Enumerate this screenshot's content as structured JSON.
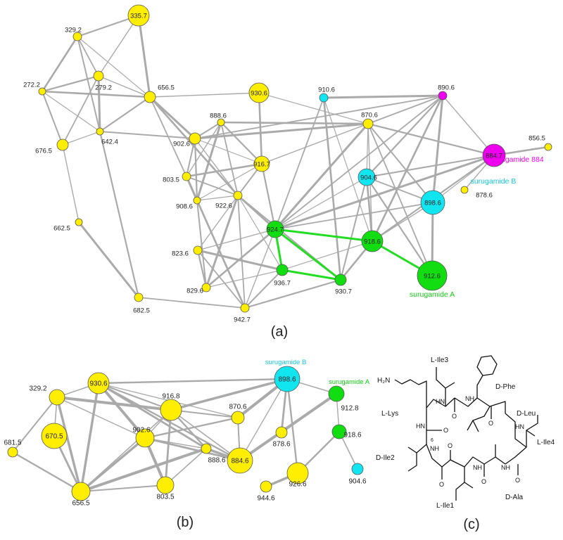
{
  "panel_labels": {
    "a": "(a)",
    "b": "(b)",
    "c": "(c)"
  },
  "colors": {
    "edge": "#aaaaaa",
    "edge_highlight": "#22dd22",
    "yellow": "#ffee00",
    "green": "#11dd11",
    "cyan": "#11e6f0",
    "magenta": "#ee00ee",
    "text": "#222222"
  },
  "panel_a": {
    "nodes": [
      {
        "id": "335.7",
        "label": "335.7",
        "group": "yellow"
      },
      {
        "id": "329.2",
        "label": "329.2",
        "group": "yellow"
      },
      {
        "id": "279.2",
        "label": "279.2",
        "group": "yellow"
      },
      {
        "id": "272.2",
        "label": "272.2",
        "group": "yellow"
      },
      {
        "id": "656.5",
        "label": "656.5",
        "group": "yellow"
      },
      {
        "id": "642.4",
        "label": "642.4",
        "group": "yellow"
      },
      {
        "id": "676.5",
        "label": "676.5",
        "group": "yellow"
      },
      {
        "id": "662.5",
        "label": "662.5",
        "group": "yellow"
      },
      {
        "id": "930.6",
        "label": "930.6",
        "group": "yellow"
      },
      {
        "id": "888.6",
        "label": "888.6",
        "group": "yellow"
      },
      {
        "id": "902.6",
        "label": "902.6",
        "group": "yellow"
      },
      {
        "id": "916.7",
        "label": "916.7",
        "group": "yellow"
      },
      {
        "id": "803.5",
        "label": "803.5",
        "group": "yellow"
      },
      {
        "id": "908.6",
        "label": "908.6",
        "group": "yellow"
      },
      {
        "id": "922.6",
        "label": "922.6",
        "group": "yellow"
      },
      {
        "id": "823.6",
        "label": "823.6",
        "group": "yellow"
      },
      {
        "id": "829.6",
        "label": "829.6",
        "group": "yellow"
      },
      {
        "id": "682.5",
        "label": "682.5",
        "group": "yellow"
      },
      {
        "id": "942.7",
        "label": "942.7",
        "group": "yellow"
      },
      {
        "id": "870.6",
        "label": "870.6",
        "group": "yellow"
      },
      {
        "id": "856.5",
        "label": "856.5",
        "group": "yellow"
      },
      {
        "id": "878.6",
        "label": "878.6",
        "group": "yellow"
      },
      {
        "id": "910.6",
        "label": "910.6",
        "group": "cyan"
      },
      {
        "id": "904.6",
        "label": "904.6",
        "group": "cyan"
      },
      {
        "id": "898.6",
        "label": "898.6",
        "group": "cyan"
      },
      {
        "id": "890.6",
        "label": "890.6",
        "group": "magenta"
      },
      {
        "id": "884.7",
        "label": "884.7",
        "group": "magenta"
      },
      {
        "id": "924.7",
        "label": "924.7",
        "group": "green"
      },
      {
        "id": "918.6",
        "label": "918.6",
        "group": "green"
      },
      {
        "id": "936.7",
        "label": "936.7",
        "group": "green"
      },
      {
        "id": "930.7",
        "label": "930.7",
        "group": "green"
      },
      {
        "id": "912.6",
        "label": "912.6",
        "group": "green"
      }
    ],
    "edges": [
      [
        "335.7",
        "329.2"
      ],
      [
        "335.7",
        "279.2"
      ],
      [
        "335.7",
        "656.5"
      ],
      [
        "329.2",
        "279.2"
      ],
      [
        "329.2",
        "272.2"
      ],
      [
        "329.2",
        "656.5"
      ],
      [
        "329.2",
        "642.4"
      ],
      [
        "279.2",
        "272.2"
      ],
      [
        "279.2",
        "656.5"
      ],
      [
        "279.2",
        "642.4"
      ],
      [
        "279.2",
        "676.5"
      ],
      [
        "272.2",
        "656.5"
      ],
      [
        "272.2",
        "642.4"
      ],
      [
        "272.2",
        "676.5"
      ],
      [
        "656.5",
        "642.4"
      ],
      [
        "656.5",
        "930.6"
      ],
      [
        "656.5",
        "902.6"
      ],
      [
        "656.5",
        "803.5"
      ],
      [
        "656.5",
        "922.6"
      ],
      [
        "642.4",
        "676.5"
      ],
      [
        "642.4",
        "902.6"
      ],
      [
        "642.4",
        "682.5"
      ],
      [
        "676.5",
        "662.5"
      ],
      [
        "662.5",
        "682.5"
      ],
      [
        "682.5",
        "942.7"
      ],
      [
        "930.6",
        "916.7"
      ],
      [
        "930.6",
        "870.6"
      ],
      [
        "888.6",
        "902.6"
      ],
      [
        "888.6",
        "916.7"
      ],
      [
        "888.6",
        "803.5"
      ],
      [
        "888.6",
        "908.6"
      ],
      [
        "888.6",
        "922.6"
      ],
      [
        "888.6",
        "870.6"
      ],
      [
        "902.6",
        "916.7"
      ],
      [
        "902.6",
        "803.5"
      ],
      [
        "902.6",
        "908.6"
      ],
      [
        "902.6",
        "922.6"
      ],
      [
        "902.6",
        "870.6"
      ],
      [
        "902.6",
        "890.6"
      ],
      [
        "916.7",
        "803.5"
      ],
      [
        "916.7",
        "908.6"
      ],
      [
        "916.7",
        "922.6"
      ],
      [
        "916.7",
        "924.7"
      ],
      [
        "916.7",
        "870.6"
      ],
      [
        "803.5",
        "908.6"
      ],
      [
        "803.5",
        "922.6"
      ],
      [
        "803.5",
        "942.7"
      ],
      [
        "908.6",
        "922.6"
      ],
      [
        "908.6",
        "829.6"
      ],
      [
        "908.6",
        "942.7"
      ],
      [
        "922.6",
        "823.6"
      ],
      [
        "922.6",
        "829.6"
      ],
      [
        "922.6",
        "942.7"
      ],
      [
        "922.6",
        "924.7"
      ],
      [
        "922.6",
        "936.7"
      ],
      [
        "922.6",
        "930.7"
      ],
      [
        "823.6",
        "829.6"
      ],
      [
        "823.6",
        "924.7"
      ],
      [
        "823.6",
        "936.7"
      ],
      [
        "823.6",
        "942.7"
      ],
      [
        "829.6",
        "924.7"
      ],
      [
        "829.6",
        "936.7"
      ],
      [
        "942.7",
        "936.7"
      ],
      [
        "942.7",
        "930.7"
      ],
      [
        "942.7",
        "924.7"
      ],
      [
        "910.6",
        "890.6"
      ],
      [
        "910.6",
        "924.7"
      ],
      [
        "910.6",
        "930.7"
      ],
      [
        "910.6",
        "918.6"
      ],
      [
        "890.6",
        "870.6"
      ],
      [
        "890.6",
        "904.6"
      ],
      [
        "890.6",
        "884.7"
      ],
      [
        "890.6",
        "898.6"
      ],
      [
        "890.6",
        "924.7"
      ],
      [
        "890.6",
        "918.6"
      ],
      [
        "870.6",
        "904.6"
      ],
      [
        "870.6",
        "898.6"
      ],
      [
        "870.6",
        "884.7"
      ],
      [
        "870.6",
        "918.6"
      ],
      [
        "870.6",
        "924.7"
      ],
      [
        "870.6",
        "912.6"
      ],
      [
        "884.7",
        "856.5"
      ],
      [
        "884.7",
        "898.6"
      ],
      [
        "884.7",
        "904.6"
      ],
      [
        "884.7",
        "918.6"
      ],
      [
        "884.7",
        "878.6"
      ],
      [
        "884.7",
        "924.7"
      ],
      [
        "904.6",
        "898.6"
      ],
      [
        "904.6",
        "918.6"
      ],
      [
        "904.6",
        "924.7"
      ],
      [
        "904.6",
        "930.7"
      ],
      [
        "904.6",
        "912.6"
      ],
      [
        "898.6",
        "918.6"
      ],
      [
        "898.6",
        "912.6"
      ],
      [
        "898.6",
        "924.7"
      ],
      [
        "918.6",
        "930.7"
      ],
      [
        "918.6",
        "936.7"
      ]
    ],
    "highlight_edges": [
      [
        "924.7",
        "918.6"
      ],
      [
        "924.7",
        "936.7"
      ],
      [
        "924.7",
        "930.7"
      ],
      [
        "936.7",
        "930.7"
      ],
      [
        "918.6",
        "912.6"
      ]
    ],
    "annotations": [
      {
        "id": "surugamide-884",
        "text": "surugamide  884",
        "group": "magenta"
      },
      {
        "id": "surugamide-b",
        "text": "surugamide B",
        "group": "cyan"
      },
      {
        "id": "surugamide-a",
        "text": "surugamide A",
        "group": "green"
      }
    ]
  },
  "panel_b": {
    "nodes": [
      {
        "id": "930.6",
        "label": "930.6",
        "group": "yellow"
      },
      {
        "id": "329.2",
        "label": "329.2",
        "group": "yellow"
      },
      {
        "id": "670.5",
        "label": "670.5",
        "group": "yellow"
      },
      {
        "id": "681.5",
        "label": "681.5",
        "group": "yellow"
      },
      {
        "id": "656.5",
        "label": "656.5",
        "group": "yellow"
      },
      {
        "id": "916.8",
        "label": "916.8",
        "group": "yellow"
      },
      {
        "id": "902.6",
        "label": "902.6",
        "group": "yellow"
      },
      {
        "id": "803.5",
        "label": "803.5",
        "group": "yellow"
      },
      {
        "id": "888.6",
        "label": "888.6",
        "group": "yellow"
      },
      {
        "id": "870.6",
        "label": "870.6",
        "group": "yellow"
      },
      {
        "id": "884.6",
        "label": "884.6",
        "group": "yellow"
      },
      {
        "id": "878.6",
        "label": "878.6",
        "group": "yellow"
      },
      {
        "id": "926.6",
        "label": "926.6",
        "group": "yellow"
      },
      {
        "id": "944.6",
        "label": "944.6",
        "group": "yellow"
      },
      {
        "id": "898.6",
        "label": "898.6",
        "group": "cyan"
      },
      {
        "id": "912.8",
        "label": "912.8",
        "group": "green"
      },
      {
        "id": "918.6",
        "label": "918.6",
        "group": "green"
      },
      {
        "id": "904.6",
        "label": "904.6",
        "group": "cyan"
      }
    ],
    "edges": [
      [
        "930.6",
        "898.6"
      ],
      [
        "930.6",
        "329.2"
      ],
      [
        "930.6",
        "656.5"
      ],
      [
        "930.6",
        "916.8"
      ],
      [
        "930.6",
        "902.6"
      ],
      [
        "930.6",
        "870.6"
      ],
      [
        "930.6",
        "888.6"
      ],
      [
        "930.6",
        "884.6"
      ],
      [
        "329.2",
        "670.5"
      ],
      [
        "329.2",
        "656.5"
      ],
      [
        "329.2",
        "681.5"
      ],
      [
        "329.2",
        "916.8"
      ],
      [
        "329.2",
        "902.6"
      ],
      [
        "670.5",
        "656.5"
      ],
      [
        "681.5",
        "656.5"
      ],
      [
        "656.5",
        "916.8"
      ],
      [
        "656.5",
        "902.6"
      ],
      [
        "656.5",
        "803.5"
      ],
      [
        "656.5",
        "888.6"
      ],
      [
        "916.8",
        "902.6"
      ],
      [
        "916.8",
        "803.5"
      ],
      [
        "916.8",
        "888.6"
      ],
      [
        "916.8",
        "884.6"
      ],
      [
        "916.8",
        "898.6"
      ],
      [
        "916.8",
        "870.6"
      ],
      [
        "902.6",
        "803.5"
      ],
      [
        "902.6",
        "888.6"
      ],
      [
        "902.6",
        "884.6"
      ],
      [
        "902.6",
        "870.6"
      ],
      [
        "803.5",
        "888.6"
      ],
      [
        "888.6",
        "884.6"
      ],
      [
        "870.6",
        "884.6"
      ],
      [
        "870.6",
        "898.6"
      ],
      [
        "898.6",
        "884.6"
      ],
      [
        "898.6",
        "878.6"
      ],
      [
        "898.6",
        "926.6"
      ],
      [
        "898.6",
        "912.8"
      ],
      [
        "898.6",
        "870.6"
      ],
      [
        "884.6",
        "878.6"
      ],
      [
        "884.6",
        "912.8"
      ],
      [
        "912.8",
        "918.6"
      ],
      [
        "912.8",
        "878.6"
      ],
      [
        "918.6",
        "926.6"
      ],
      [
        "918.6",
        "904.6"
      ],
      [
        "926.6",
        "944.6"
      ]
    ],
    "annotations": [
      {
        "id": "surugamide-b",
        "text": "surugamide B",
        "group": "cyan"
      },
      {
        "id": "surugamide-a",
        "text": "surugamide A",
        "group": "green"
      }
    ]
  },
  "panel_c": {
    "labels": [
      {
        "id": "h2n",
        "text": "H₂N"
      },
      {
        "id": "lile3",
        "text": "L-Ile3"
      },
      {
        "id": "dphe",
        "text": "D-Phe"
      },
      {
        "id": "llys",
        "text": "L-Lys"
      },
      {
        "id": "dleu",
        "text": "D-Leu"
      },
      {
        "id": "lile4",
        "text": "L-Ile4"
      },
      {
        "id": "dile2",
        "text": "D-Ile2"
      },
      {
        "id": "dala",
        "text": "D-Ala"
      },
      {
        "id": "lile1",
        "text": "L-Ile1"
      },
      {
        "id": "hn1",
        "text": "HN"
      },
      {
        "id": "hn2",
        "text": "HN"
      },
      {
        "id": "hn3",
        "text": "HN"
      },
      {
        "id": "nh1",
        "text": "NH"
      },
      {
        "id": "nh2",
        "text": "NH"
      },
      {
        "id": "nh3",
        "text": "NH"
      },
      {
        "id": "nh4",
        "text": "NH"
      },
      {
        "id": "o1",
        "text": "O"
      },
      {
        "id": "o2",
        "text": "O"
      },
      {
        "id": "o3",
        "text": "O"
      },
      {
        "id": "o4",
        "text": "O"
      },
      {
        "id": "o5",
        "text": "O"
      },
      {
        "id": "o6",
        "text": "O"
      },
      {
        "id": "o7",
        "text": "O"
      },
      {
        "id": "six",
        "text": "6"
      }
    ]
  }
}
